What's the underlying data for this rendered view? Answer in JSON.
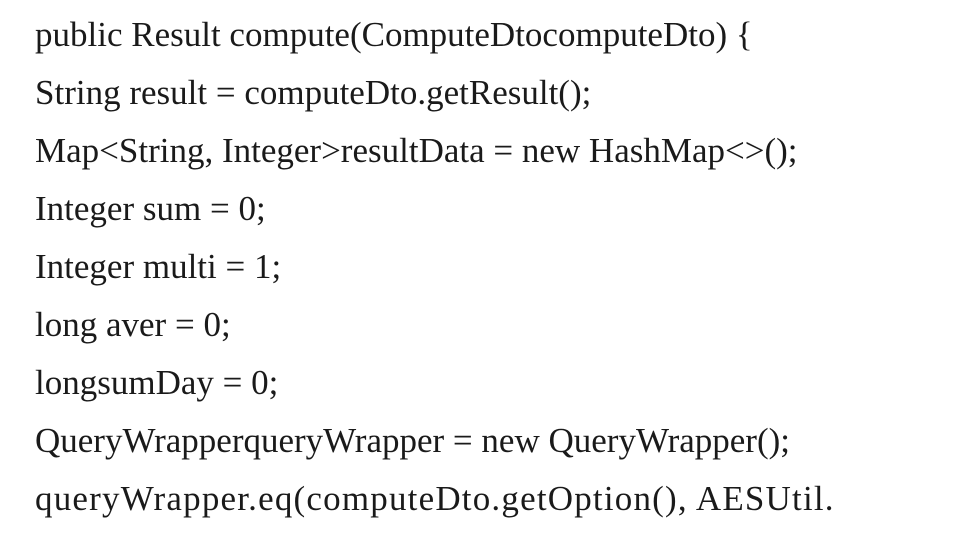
{
  "code": {
    "lines": [
      "public Result compute(ComputeDtocomputeDto) {",
      "String result = computeDto.getResult();",
      "Map<String, Integer>resultData = new HashMap<>();",
      "Integer sum = 0;",
      "Integer multi = 1;",
      "long aver = 0;",
      "longsumDay = 0;",
      "QueryWrapperqueryWrapper = new QueryWrapper();",
      "queryWrapper.eq(computeDto.getOption(), AESUtil."
    ]
  }
}
